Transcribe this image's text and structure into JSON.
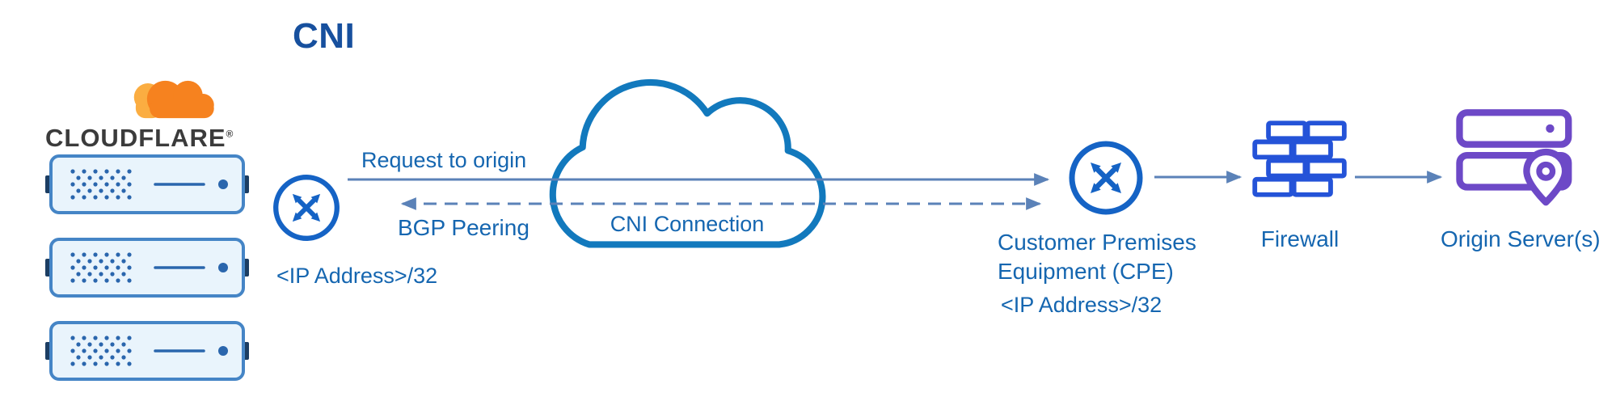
{
  "title": "CNI",
  "logo": {
    "brand": "CLOUDFLARE",
    "registered_mark": "®"
  },
  "nodes": {
    "edge_servers": {
      "icon": "server-stack-icon",
      "count": 3
    },
    "cni_router": {
      "icon": "router-icon",
      "ip_label": "<IP Address>/32"
    },
    "cni_cloud": {
      "icon": "cloud-icon",
      "label": "CNI Connection"
    },
    "cpe_router": {
      "icon": "router-icon",
      "label_line1": "Customer Premises",
      "label_line2": "Equipment (CPE)",
      "ip_label": "<IP Address>/32"
    },
    "firewall": {
      "icon": "firewall-brick-icon",
      "label": "Firewall"
    },
    "origin": {
      "icon": "origin-server-pin-icon",
      "label": "Origin Server(s)"
    }
  },
  "edges": {
    "request_to_origin": {
      "label": "Request to origin",
      "style": "solid",
      "direction": "right"
    },
    "bgp_peering": {
      "label": "BGP Peering",
      "style": "dashed",
      "direction": "both"
    },
    "cpe_to_firewall": {
      "style": "solid",
      "direction": "right"
    },
    "firewall_to_origin": {
      "style": "solid",
      "direction": "right"
    }
  },
  "colors": {
    "background": "#ffffff",
    "title_blue": "#17509e",
    "label_blue": "#1566b0",
    "line_blue": "#5b82b8",
    "router_blue": "#1563c5",
    "cloud_blue": "#1279bd",
    "firewall_blue": "#2453d8",
    "origin_purple": "#6d49c7",
    "server_blue": "#4585c6",
    "server_dark_blue": "#1c3e63",
    "server_fill": "#e9f4fc",
    "server_dot_blue": "#2a66ad",
    "cloudflare_orange": "#f6821f",
    "cloudflare_orange_light": "#fbad41",
    "logo_text": "#3b3b3b"
  }
}
